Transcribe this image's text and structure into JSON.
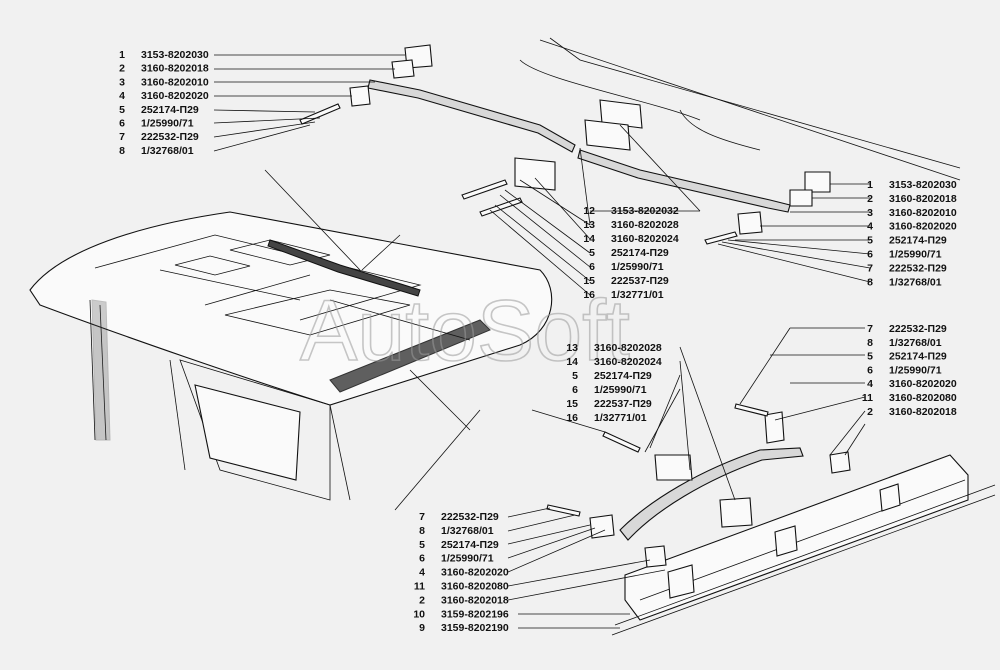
{
  "watermark": "AutoSoft",
  "group_top_left": [
    {
      "num": "1",
      "code": "3153-8202030"
    },
    {
      "num": "2",
      "code": "3160-8202018"
    },
    {
      "num": "3",
      "code": "3160-8202010"
    },
    {
      "num": "4",
      "code": "3160-8202020"
    },
    {
      "num": "5",
      "code": "252174-П29"
    },
    {
      "num": "6",
      "code": "1/25990/71"
    },
    {
      "num": "7",
      "code": "222532-П29"
    },
    {
      "num": "8",
      "code": "1/32768/01"
    }
  ],
  "group_top_right": [
    {
      "num": "1",
      "code": "3153-8202030"
    },
    {
      "num": "2",
      "code": "3160-8202018"
    },
    {
      "num": "3",
      "code": "3160-8202010"
    },
    {
      "num": "4",
      "code": "3160-8202020"
    },
    {
      "num": "5",
      "code": "252174-П29"
    },
    {
      "num": "6",
      "code": "1/25990/71"
    },
    {
      "num": "7",
      "code": "222532-П29"
    },
    {
      "num": "8",
      "code": "1/32768/01"
    }
  ],
  "group_top_center": [
    {
      "num": "12",
      "code": "3153-8202032"
    },
    {
      "num": "13",
      "code": "3160-8202028"
    },
    {
      "num": "14",
      "code": "3160-8202024"
    },
    {
      "num": "5",
      "code": "252174-П29"
    },
    {
      "num": "6",
      "code": "1/25990/71"
    },
    {
      "num": "15",
      "code": "222537-П29"
    },
    {
      "num": "16",
      "code": "1/32771/01"
    }
  ],
  "group_mid_center": [
    {
      "num": "13",
      "code": "3160-8202028"
    },
    {
      "num": "14",
      "code": "3160-8202024"
    },
    {
      "num": "5",
      "code": "252174-П29"
    },
    {
      "num": "6",
      "code": "1/25990/71"
    },
    {
      "num": "15",
      "code": "222537-П29"
    },
    {
      "num": "16",
      "code": "1/32771/01"
    }
  ],
  "group_mid_right": [
    {
      "num": "7",
      "code": "222532-П29"
    },
    {
      "num": "8",
      "code": "1/32768/01"
    },
    {
      "num": "5",
      "code": "252174-П29"
    },
    {
      "num": "6",
      "code": "1/25990/71"
    },
    {
      "num": "4",
      "code": "3160-8202020"
    },
    {
      "num": "11",
      "code": "3160-8202080"
    },
    {
      "num": "2",
      "code": "3160-8202018"
    }
  ],
  "group_bottom": [
    {
      "num": "7",
      "code": "222532-П29"
    },
    {
      "num": "8",
      "code": "1/32768/01"
    },
    {
      "num": "5",
      "code": "252174-П29"
    },
    {
      "num": "6",
      "code": "1/25990/71"
    },
    {
      "num": "4",
      "code": "3160-8202020"
    },
    {
      "num": "11",
      "code": "3160-8202080"
    },
    {
      "num": "2",
      "code": "3160-8202018"
    },
    {
      "num": "10",
      "code": "3159-8202196"
    },
    {
      "num": "9",
      "code": "3159-8202190"
    }
  ]
}
